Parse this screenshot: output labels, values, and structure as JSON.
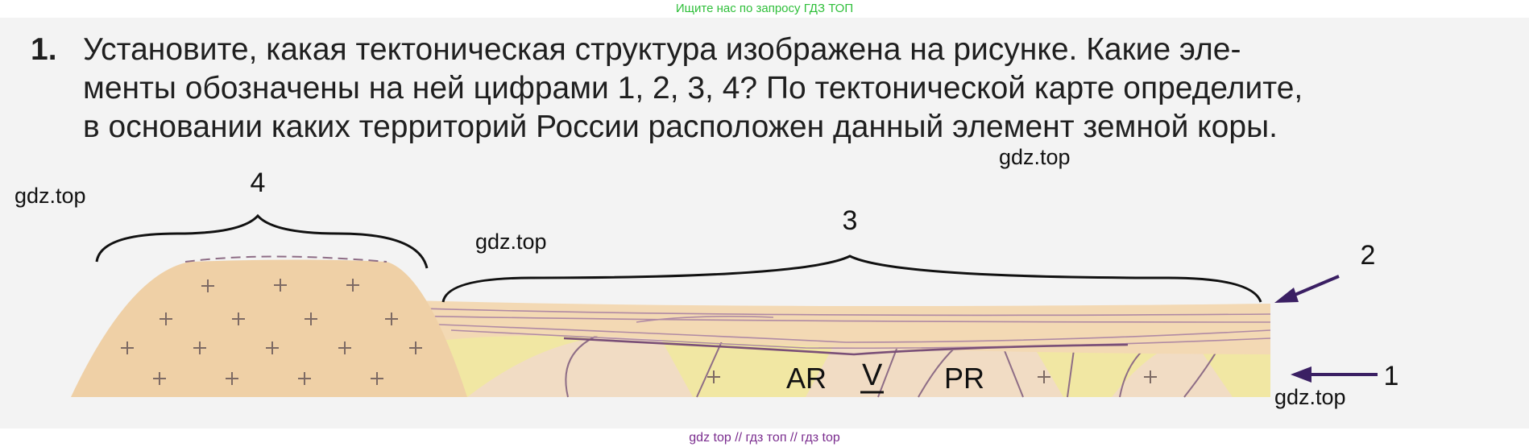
{
  "top_watermark": "Ищите нас по запросу ГДЗ ТОП",
  "bottom_watermark": "gdz top  //  гдз топ  //  гдз top",
  "task": {
    "number": "1.",
    "lines": [
      "Установите, какая тектоническая структура изображена на рисунке. Какие эле-",
      "менты обозначены на ней цифрами 1, 2, 3, 4? По тектонической карте определите,",
      "в основании каких территорий России расположен данный элемент земной коры."
    ]
  },
  "watermarks": {
    "wm1": "gdz.top",
    "wm2": "gdz.top",
    "wm3": "gdz.top",
    "wm4": "gdz.top"
  },
  "figure": {
    "label_1": "1",
    "label_2": "2",
    "label_3": "3",
    "label_4": "4",
    "rock_ar": "AR",
    "rock_v": "V",
    "rock_pr": "PR",
    "colors": {
      "shield": "#efd0a6",
      "platform_cover": "#f3d9b4",
      "basement_yellow": "#f1e7a3",
      "basement_pink": "#f1dcc4",
      "fold_line": "#8e6d86",
      "plus": "#7d6a64",
      "arrow": "#3a1f63"
    }
  }
}
